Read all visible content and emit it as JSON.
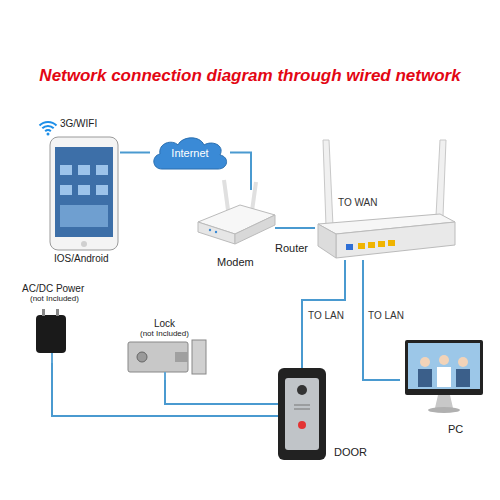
{
  "diagram": {
    "title": "Network connection diagram through wired network",
    "nodes": [
      {
        "text": [
          "3G/WIFI",
          "IOS/Android"
        ]
      },
      {
        "text": [
          "Internet"
        ]
      },
      {
        "text": [
          "Modem"
        ]
      },
      {
        "text": [
          "Router"
        ]
      },
      {
        "text": [
          "AC/DC Power",
          "(not Included)"
        ]
      },
      {
        "text": [
          "Lock",
          "(not Included)"
        ]
      },
      {
        "text": [
          "PC"
        ]
      },
      {
        "text": [
          "DOOR"
        ]
      }
    ],
    "edges": [
      {
        "from": 0,
        "to": 1,
        "arrow": "none"
      },
      {
        "from": 1,
        "to": 2,
        "arrow": "none"
      },
      {
        "from": 2,
        "to": 3,
        "label": "TO WAN",
        "arrow": "none"
      },
      {
        "from": 3,
        "to": 7,
        "label": "TO LAN",
        "arrow": "none"
      },
      {
        "from": 3,
        "to": 6,
        "label": "TO LAN",
        "arrow": "none"
      },
      {
        "from": 4,
        "to": 7,
        "arrow": "none"
      },
      {
        "from": 5,
        "to": 7,
        "arrow": "none"
      }
    ]
  }
}
